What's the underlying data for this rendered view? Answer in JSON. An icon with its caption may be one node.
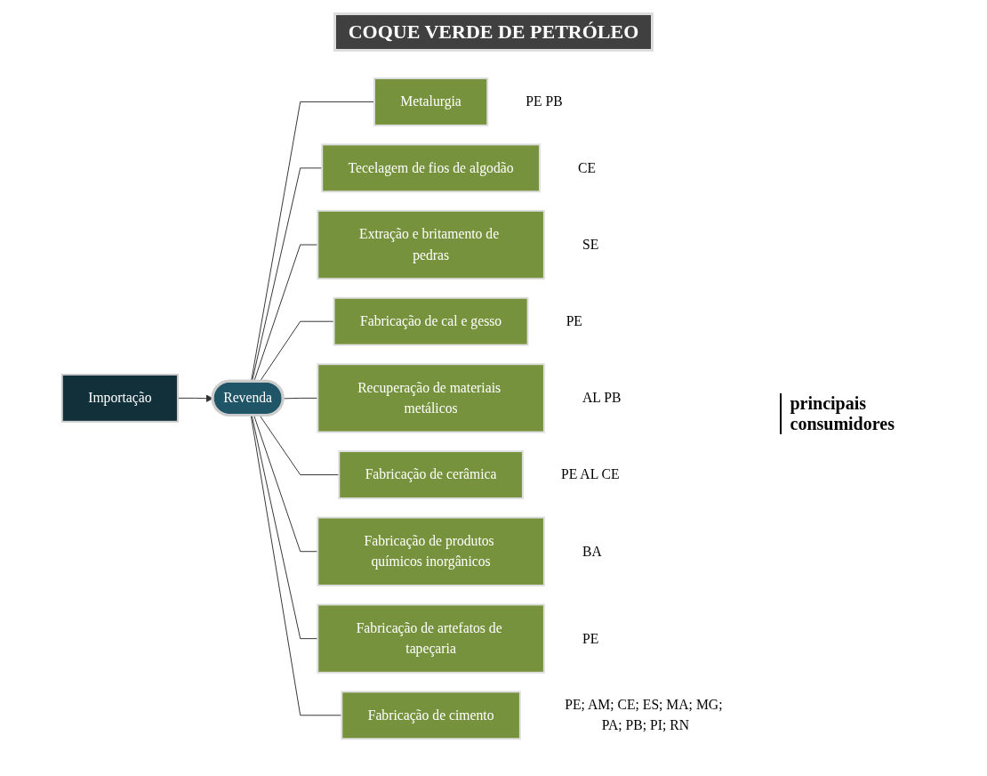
{
  "diagram": {
    "title": "COQUE VERDE DE PETRÓLEO",
    "nodes": [
      {
        "text": [
          "Importação"
        ]
      },
      {
        "text": [
          "Revenda"
        ]
      },
      {
        "text": [
          "Metalurgia"
        ],
        "beside": [
          "PE PB"
        ]
      },
      {
        "text": [
          "Tecelagem de fios de algodão"
        ],
        "beside": [
          "CE"
        ]
      },
      {
        "text": [
          "Extração e britamento de pedras"
        ],
        "beside": [
          "SE"
        ]
      },
      {
        "text": [
          "Fabricação de cal e gesso"
        ],
        "beside": [
          "PE"
        ]
      },
      {
        "text": [
          "Recuperação de materiais metálicos"
        ],
        "beside": [
          "AL PB"
        ]
      },
      {
        "text": [
          "Fabricação de cerâmica"
        ],
        "beside": [
          "PE AL CE"
        ]
      },
      {
        "text": [
          "Fabricação de produtos químicos inorgânicos"
        ],
        "beside": [
          "BA"
        ]
      },
      {
        "text": [
          "Fabricação de artefatos de tapeçaria"
        ],
        "beside": [
          "PE"
        ]
      },
      {
        "text": [
          "Fabricação de cimento"
        ],
        "beside": [
          "PE; AM; CE; ES; MA; MG; PA; PB; PI; RN"
        ]
      }
    ],
    "edges": [
      {
        "from": 0,
        "to": 1,
        "arrow": "to"
      },
      {
        "from": 1,
        "to": 2,
        "arrow": "none"
      },
      {
        "from": 1,
        "to": 3,
        "arrow": "none"
      },
      {
        "from": 1,
        "to": 4,
        "arrow": "none"
      },
      {
        "from": 1,
        "to": 5,
        "arrow": "none"
      },
      {
        "from": 1,
        "to": 6,
        "arrow": "none"
      },
      {
        "from": 1,
        "to": 7,
        "arrow": "none"
      },
      {
        "from": 1,
        "to": 8,
        "arrow": "none"
      },
      {
        "from": 1,
        "to": 9,
        "arrow": "none"
      },
      {
        "from": 1,
        "to": 10,
        "arrow": "none"
      }
    ],
    "labels": [
      "principais consumidores"
    ]
  }
}
